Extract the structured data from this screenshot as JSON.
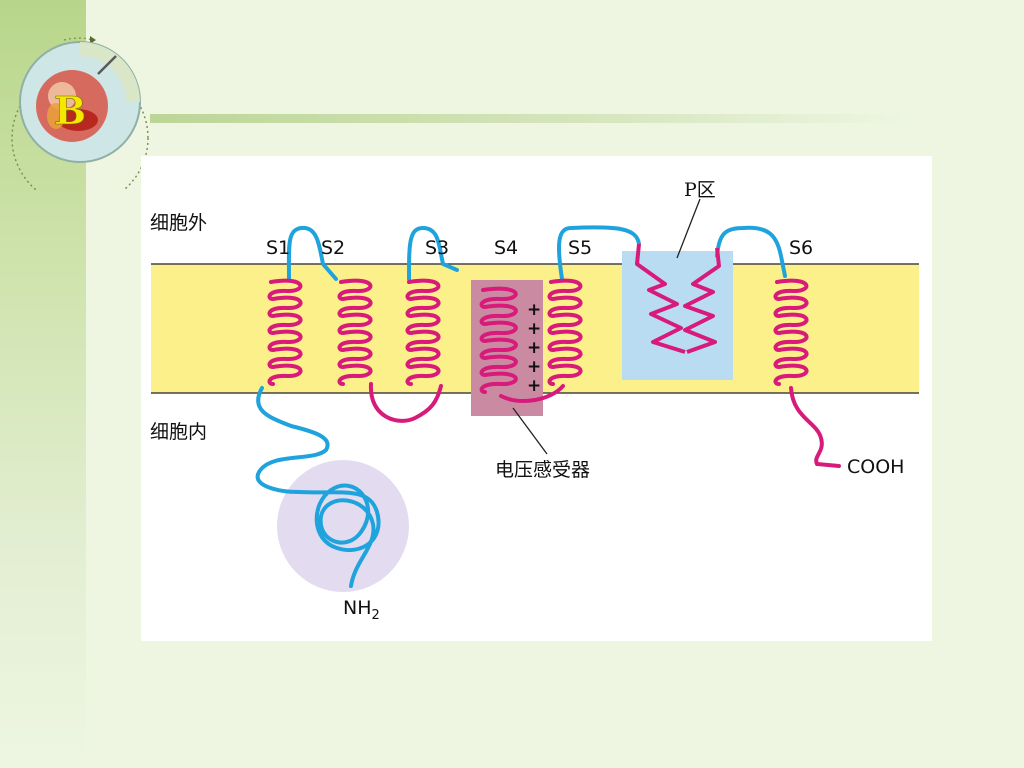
{
  "slide": {
    "badge_letter": "B"
  },
  "diagram": {
    "region_labels": {
      "extracellular": "细胞外",
      "intracellular": "细胞内"
    },
    "segments": [
      "S1",
      "S2",
      "S3",
      "S4",
      "S5",
      "S6"
    ],
    "charges": [
      "+",
      "+",
      "+",
      "+",
      "+"
    ],
    "callouts": {
      "p_region": "P区",
      "voltage_sensor": "电压感受器"
    },
    "termini": {
      "n_terminus": "NH",
      "n_subscript": "2",
      "c_terminus": "COOH"
    },
    "colors": {
      "membrane": "#fcf08a",
      "helix": "#d81b7b",
      "loop": "#1fa3dd",
      "sensor_box": "#c98aa2",
      "p_box": "#b9dcf2",
      "globule": "#e3dcf0"
    }
  }
}
